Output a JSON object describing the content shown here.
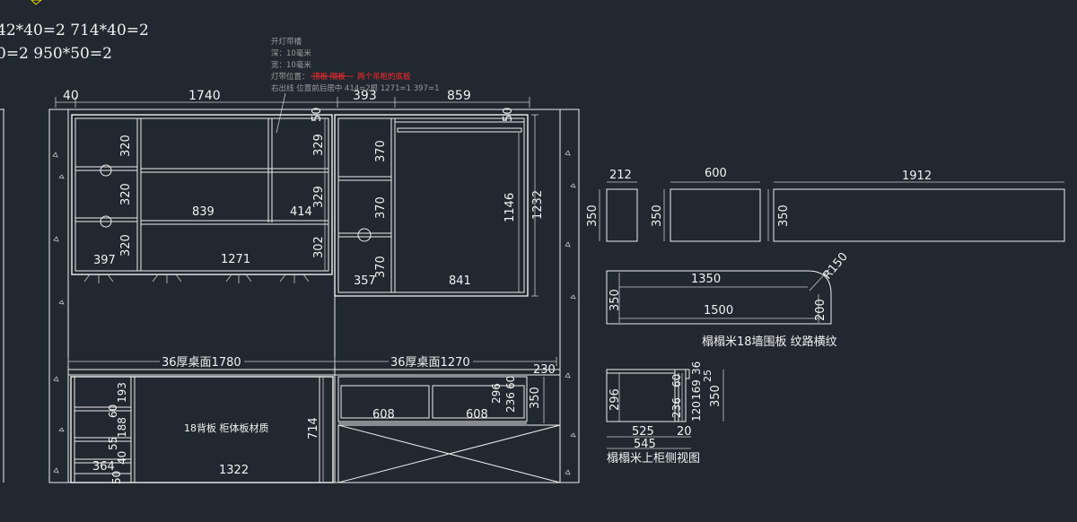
{
  "formulas": {
    "line1": "42*40=2   714*40=2",
    "line2": "0=2   950*50=2"
  },
  "note": {
    "title": "开灯带槽",
    "depth": "深：10毫米",
    "width": "宽：10毫米",
    "light_pos_prefix": "灯带位置：",
    "light_pos_struck": "顶板 隔板",
    "light_pos_red": "两个吊柜的底板",
    "exit_line": "右出线  位置前后居中  414=2根  1271=1  397=1"
  },
  "top_dims": {
    "d40": "40",
    "d1740": "1740",
    "d393": "393",
    "d859": "859"
  },
  "left_unit": {
    "d320a": "320",
    "d320b": "320",
    "d320c": "320",
    "d397": "397",
    "d839": "839",
    "d414": "414",
    "d1271": "1271",
    "d329a": "329",
    "d329b": "329",
    "d302": "302",
    "d50a": "50"
  },
  "right_unit": {
    "d370a": "370",
    "d370b": "370",
    "d370c": "370",
    "d357": "357",
    "d841": "841",
    "d1146": "1146",
    "d1232": "1232",
    "d50b": "50"
  },
  "desks": {
    "left": "36厚桌面1780",
    "right": "36厚桌面1270",
    "d230": "230"
  },
  "bottom_left": {
    "d193": "193",
    "d60": "60",
    "d188": "188",
    "d55": "55",
    "d40": "40",
    "d50": "50",
    "d364": "364",
    "d1322": "1322",
    "d714": "714",
    "label": "18背板 柜体板材质"
  },
  "bottom_right": {
    "d296": "296",
    "d236": "236",
    "d60": "60",
    "d350": "350",
    "d608a": "608",
    "d608b": "608"
  },
  "panels": {
    "p1": {
      "w": "212",
      "h": "350"
    },
    "p2": {
      "w": "600",
      "h": "350"
    },
    "p3": {
      "w": "1912",
      "h": "350"
    }
  },
  "tatami_board": {
    "d1350": "1350",
    "d1500": "1500",
    "d350": "350",
    "d200": "200",
    "r150": "R150",
    "caption": "榻榻米18墙围板  纹路横纹"
  },
  "side_view": {
    "d296": "296",
    "d236": "236",
    "d60": "60",
    "d120": "120",
    "d169": "169",
    "d36": "36",
    "d25": "25",
    "d350": "350",
    "d525": "525",
    "d20": "20",
    "d545": "545",
    "caption": "榻榻米上柜侧视图"
  }
}
